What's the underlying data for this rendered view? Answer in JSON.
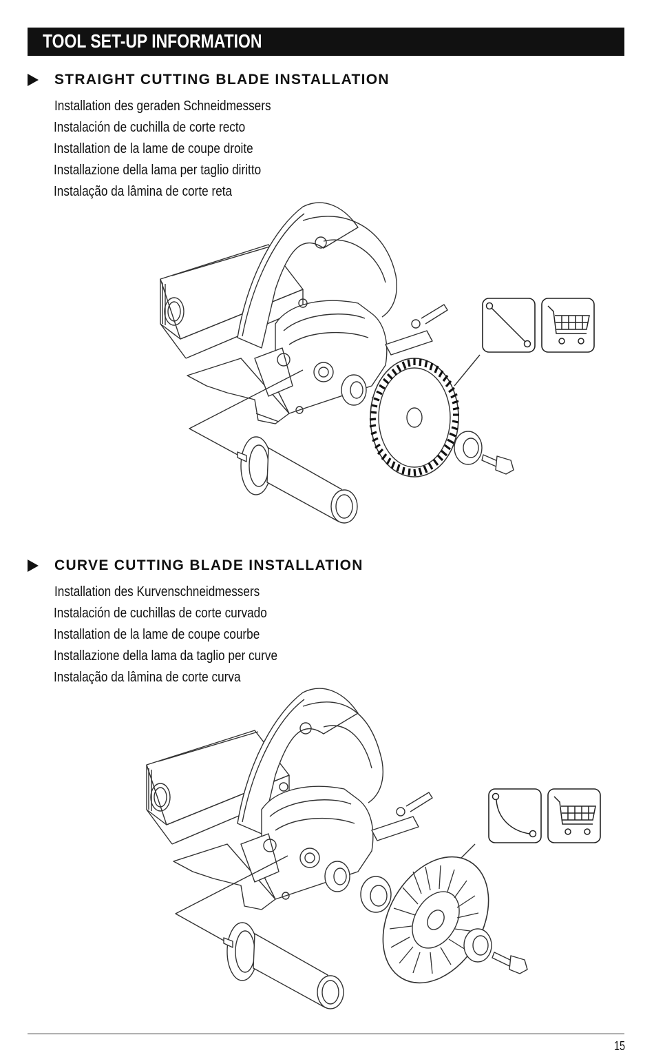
{
  "header": {
    "title": "TOOL SET-UP INFORMATION"
  },
  "sections": [
    {
      "title": "STRAIGHT CUTTING BLADE INSTALLATION",
      "translations": [
        "Installation des geraden Schneidmessers",
        "Instalación de cuchilla de corte recto",
        "Installation de la lame de coupe droite",
        "Installazione della lama per taglio diritto",
        "Instalação da lâmina de corte reta"
      ],
      "icons": [
        "straight-line-icon",
        "cart-icon"
      ]
    },
    {
      "title": "CURVE CUTTING BLADE INSTALLATION",
      "translations": [
        "Installation des Kurvenschneidmessers",
        "Instalación de cuchillas de corte curvado",
        "Installation de la lame de coupe courbe",
        "Installazione della lama da taglio per curve",
        "Instalação da lâmina de corte curva"
      ],
      "icons": [
        "curve-line-icon",
        "cart-icon"
      ]
    }
  ],
  "footer": {
    "page_number": "15"
  }
}
